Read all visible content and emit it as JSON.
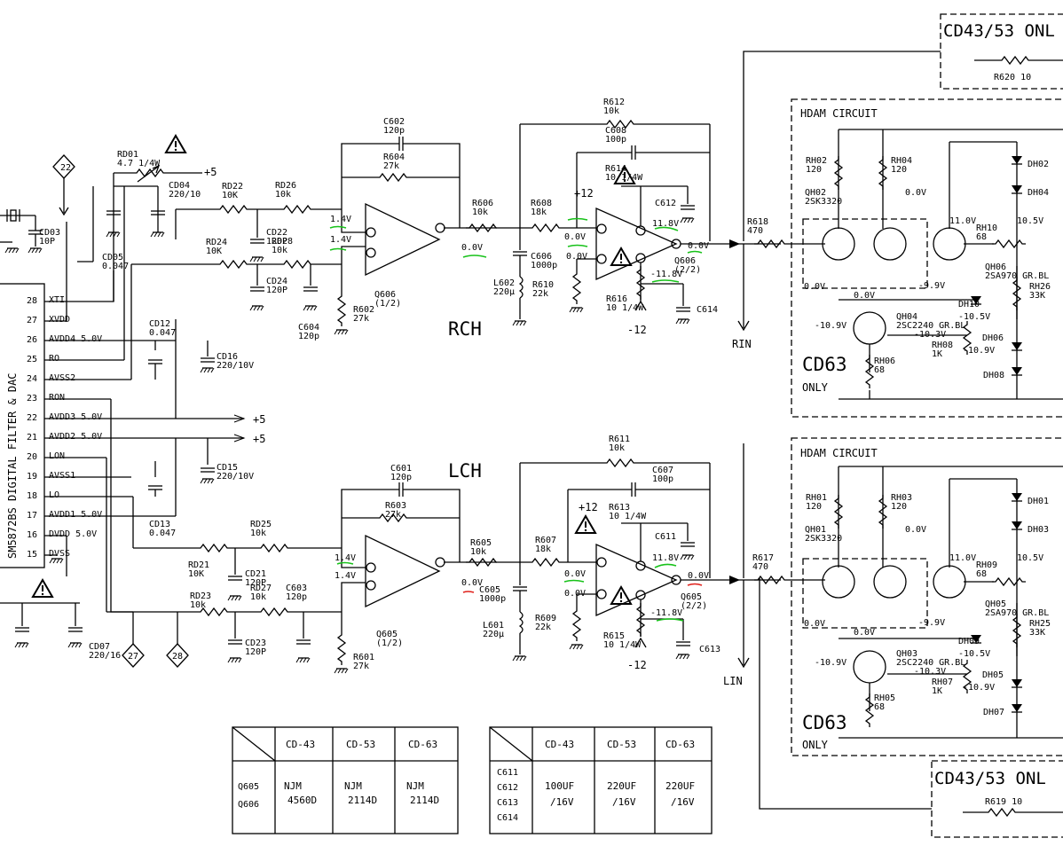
{
  "labels": {
    "rch": "RCH",
    "lch": "LCH",
    "rin": "RIN",
    "lin": "LIN",
    "hdam_top": "HDAM CIRCUIT",
    "hdam_bot": "HDAM CIRCUIT",
    "cd63_top": "CD63",
    "only_top": "ONLY",
    "cd63_bot": "CD63",
    "only_bot": "ONLY",
    "cd4353_top": "CD43/53 ONL",
    "cd4353_bot": "CD43/53 ONL",
    "r620": "R620 10",
    "r619": "R619 10",
    "ic_name": "SM5872BS DIGITAL FILTER & DAC",
    "node22": "22",
    "node27": "27",
    "node28": "28",
    "minus12_top": "-12",
    "minus12_bot": "-12",
    "plus12_top": "+12",
    "plus12_bot": "+12",
    "plus5_a": "+5",
    "plus5_b": "+5",
    "plus5_c": "+5"
  },
  "parts_r": [
    {
      "ref": "C602",
      "val": "120p"
    },
    {
      "ref": "R604",
      "val": "27k"
    },
    {
      "ref": "R612",
      "val": "10k"
    },
    {
      "ref": "C608",
      "val": "100p"
    },
    {
      "ref": "R614",
      "val": "10 1/4W"
    },
    {
      "ref": "C612",
      "val": ""
    },
    {
      "ref": "R606",
      "val": "10k"
    },
    {
      "ref": "R608",
      "val": "18k"
    },
    {
      "ref": "C606",
      "val": "1000p"
    },
    {
      "ref": "R610",
      "val": "22k"
    },
    {
      "ref": "L602",
      "val": "220µ"
    },
    {
      "ref": "R616",
      "val": "10 1/4W"
    },
    {
      "ref": "C614",
      "val": ""
    },
    {
      "ref": "R618",
      "val": "470"
    },
    {
      "ref": "Q606",
      "val": "(1/2)"
    },
    {
      "ref": "Q606",
      "val": "(2/2)"
    },
    {
      "ref": "R602",
      "val": "27k"
    },
    {
      "ref": "RD26",
      "val": "10k"
    },
    {
      "ref": "RD28",
      "val": "10k"
    },
    {
      "ref": "RD24",
      "val": "10K"
    },
    {
      "ref": "RD22",
      "val": "10K"
    },
    {
      "ref": "CD22",
      "val": "120P"
    },
    {
      "ref": "CD24",
      "val": "120P"
    },
    {
      "ref": "C604",
      "val": "120p"
    },
    {
      "ref": "RD01",
      "val": "4.7 1/4W"
    },
    {
      "ref": "CD04",
      "val": "220/10"
    },
    {
      "ref": "CD05",
      "val": "0.047"
    },
    {
      "ref": "CD03",
      "val": "10P"
    },
    {
      "ref": "CD12",
      "val": "0.047"
    },
    {
      "ref": "CD16",
      "val": "220/10V"
    },
    {
      "ref": "CD15",
      "val": "220/10V"
    },
    {
      "ref": "CD13",
      "val": "0.047"
    }
  ],
  "parts_l": [
    {
      "ref": "C601",
      "val": "120p"
    },
    {
      "ref": "R603",
      "val": "27k"
    },
    {
      "ref": "R611",
      "val": "10k"
    },
    {
      "ref": "C607",
      "val": "100p"
    },
    {
      "ref": "R613",
      "val": "10 1/4W"
    },
    {
      "ref": "C611",
      "val": ""
    },
    {
      "ref": "R605",
      "val": "10k"
    },
    {
      "ref": "R607",
      "val": "18k"
    },
    {
      "ref": "C605",
      "val": "1000p"
    },
    {
      "ref": "R609",
      "val": "22k"
    },
    {
      "ref": "L601",
      "val": "220µ"
    },
    {
      "ref": "R615",
      "val": "10 1/4W"
    },
    {
      "ref": "C613",
      "val": ""
    },
    {
      "ref": "R617",
      "val": "470"
    },
    {
      "ref": "Q605",
      "val": "(1/2)"
    },
    {
      "ref": "Q605",
      "val": "(2/2)"
    },
    {
      "ref": "R601",
      "val": "27k"
    },
    {
      "ref": "RD25",
      "val": "10k"
    },
    {
      "ref": "RD27",
      "val": "10k"
    },
    {
      "ref": "RD21",
      "val": "10K"
    },
    {
      "ref": "RD23",
      "val": "10k"
    },
    {
      "ref": "CD21",
      "val": "120P"
    },
    {
      "ref": "CD23",
      "val": "120P"
    },
    {
      "ref": "C603",
      "val": "120p"
    },
    {
      "ref": "CD07",
      "val": "220/16"
    }
  ],
  "volt": {
    "r_in_neg": "1.4V",
    "r_in_pos": "1.4V",
    "r_out": "0.0V",
    "r_q2_neg": "0.0V",
    "r_q2_pos": "0.0V",
    "r_q2_v8": "11.8V",
    "r_q2_v4": "-11.8V",
    "r_q2_out": "0.0V",
    "l_in_neg": "1.4V",
    "l_in_pos": "1.4V",
    "l_out": "0.0V",
    "l_q2_neg": "0.0V",
    "l_q2_pos": "0.0V",
    "l_q2_v8": "11.8V",
    "l_q2_v4": "-11.8V",
    "l_q2_out": "0.0V"
  },
  "ic_pins": [
    {
      "num": "28",
      "name": "XTI"
    },
    {
      "num": "27",
      "name": "XVDD"
    },
    {
      "num": "26",
      "name": "AVDD4 5.0V"
    },
    {
      "num": "25",
      "name": "RO"
    },
    {
      "num": "24",
      "name": "AVSS2"
    },
    {
      "num": "23",
      "name": "RON"
    },
    {
      "num": "22",
      "name": "AVDD3 5.0V"
    },
    {
      "num": "21",
      "name": "AVDD2 5.0V"
    },
    {
      "num": "20",
      "name": "LON"
    },
    {
      "num": "19",
      "name": "AVSS1"
    },
    {
      "num": "18",
      "name": "LO"
    },
    {
      "num": "17",
      "name": "AVDD1 5.0V"
    },
    {
      "num": "16",
      "name": "DVDD 5.0V"
    },
    {
      "num": "15",
      "name": "DVSS"
    }
  ],
  "hdam_top": [
    {
      "ref": "RH02",
      "val": "120"
    },
    {
      "ref": "RH04",
      "val": "120"
    },
    {
      "ref": "QH02",
      "val": "2SK3320"
    },
    {
      "ref": "DH02",
      "val": ""
    },
    {
      "ref": "DH04",
      "val": ""
    },
    {
      "ref": "RH10",
      "val": "68"
    },
    {
      "ref": "QH06",
      "val": "2SA970 GR.BL"
    },
    {
      "ref": "QH04",
      "val": "2SC2240 GR.BL"
    },
    {
      "ref": "DH10",
      "val": ""
    },
    {
      "ref": "RH26",
      "val": "33K"
    },
    {
      "ref": "DH06",
      "val": ""
    },
    {
      "ref": "RH08",
      "val": "1K"
    },
    {
      "ref": "RH06",
      "val": "68"
    },
    {
      "ref": "DH08",
      "val": ""
    }
  ],
  "hdam_top_volts": [
    "0.0V",
    "11.0V",
    "10.5V",
    "0.0V",
    "0.0V",
    "-9.9V",
    "-10.5V",
    "-10.9V",
    "-10.3V",
    "-10.9V"
  ],
  "hdam_bot": [
    {
      "ref": "RH01",
      "val": "120"
    },
    {
      "ref": "RH03",
      "val": "120"
    },
    {
      "ref": "QH01",
      "val": "2SK3320"
    },
    {
      "ref": "DH01",
      "val": ""
    },
    {
      "ref": "DH03",
      "val": ""
    },
    {
      "ref": "RH09",
      "val": "68"
    },
    {
      "ref": "QH05",
      "val": "2SA970 GR.BL"
    },
    {
      "ref": "QH03",
      "val": "2SC2240 GR.BL"
    },
    {
      "ref": "DH09",
      "val": ""
    },
    {
      "ref": "RH25",
      "val": "33K"
    },
    {
      "ref": "DH05",
      "val": ""
    },
    {
      "ref": "RH07",
      "val": "1K"
    },
    {
      "ref": "RH05",
      "val": "68"
    },
    {
      "ref": "DH07",
      "val": ""
    }
  ],
  "hdam_bot_volts": [
    "0.0V",
    "11.0V",
    "10.5V",
    "0.0V",
    "0.0V",
    "-9.9V",
    "-10.5V",
    "-10.9V",
    "-10.3V",
    "-10.9V"
  ],
  "table1": {
    "headers": [
      "CD-43",
      "CD-53",
      "CD-63"
    ],
    "row_labels": [
      "Q605",
      "Q606"
    ],
    "cells": [
      [
        "NJM",
        "4560D"
      ],
      [
        "NJM",
        "2114D"
      ],
      [
        "NJM",
        "2114D"
      ]
    ]
  },
  "table2": {
    "headers": [
      "CD-43",
      "CD-53",
      "CD-63"
    ],
    "row_labels": [
      "C611",
      "C612",
      "C613",
      "C614"
    ],
    "cells": [
      [
        "100UF",
        "/16V"
      ],
      [
        "220UF",
        "/16V"
      ],
      [
        "220UF",
        "/16V"
      ]
    ]
  }
}
